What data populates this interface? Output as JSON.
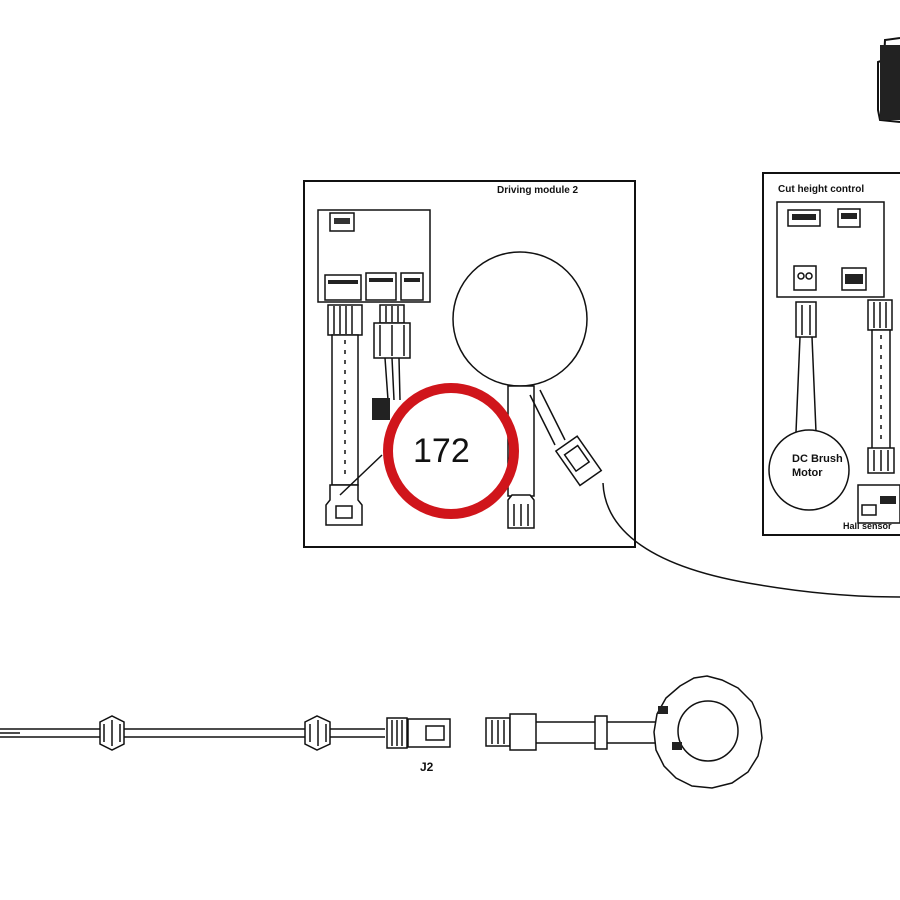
{
  "module_left": {
    "title": "Driving module 2"
  },
  "module_right": {
    "title": "Cut height control",
    "motor_label_line1": "DC Brush",
    "motor_label_line2": "Motor",
    "bottom_label": "Hall sensor"
  },
  "callout": {
    "number": "172",
    "color": "#d0151b"
  },
  "connector_label": "J2"
}
